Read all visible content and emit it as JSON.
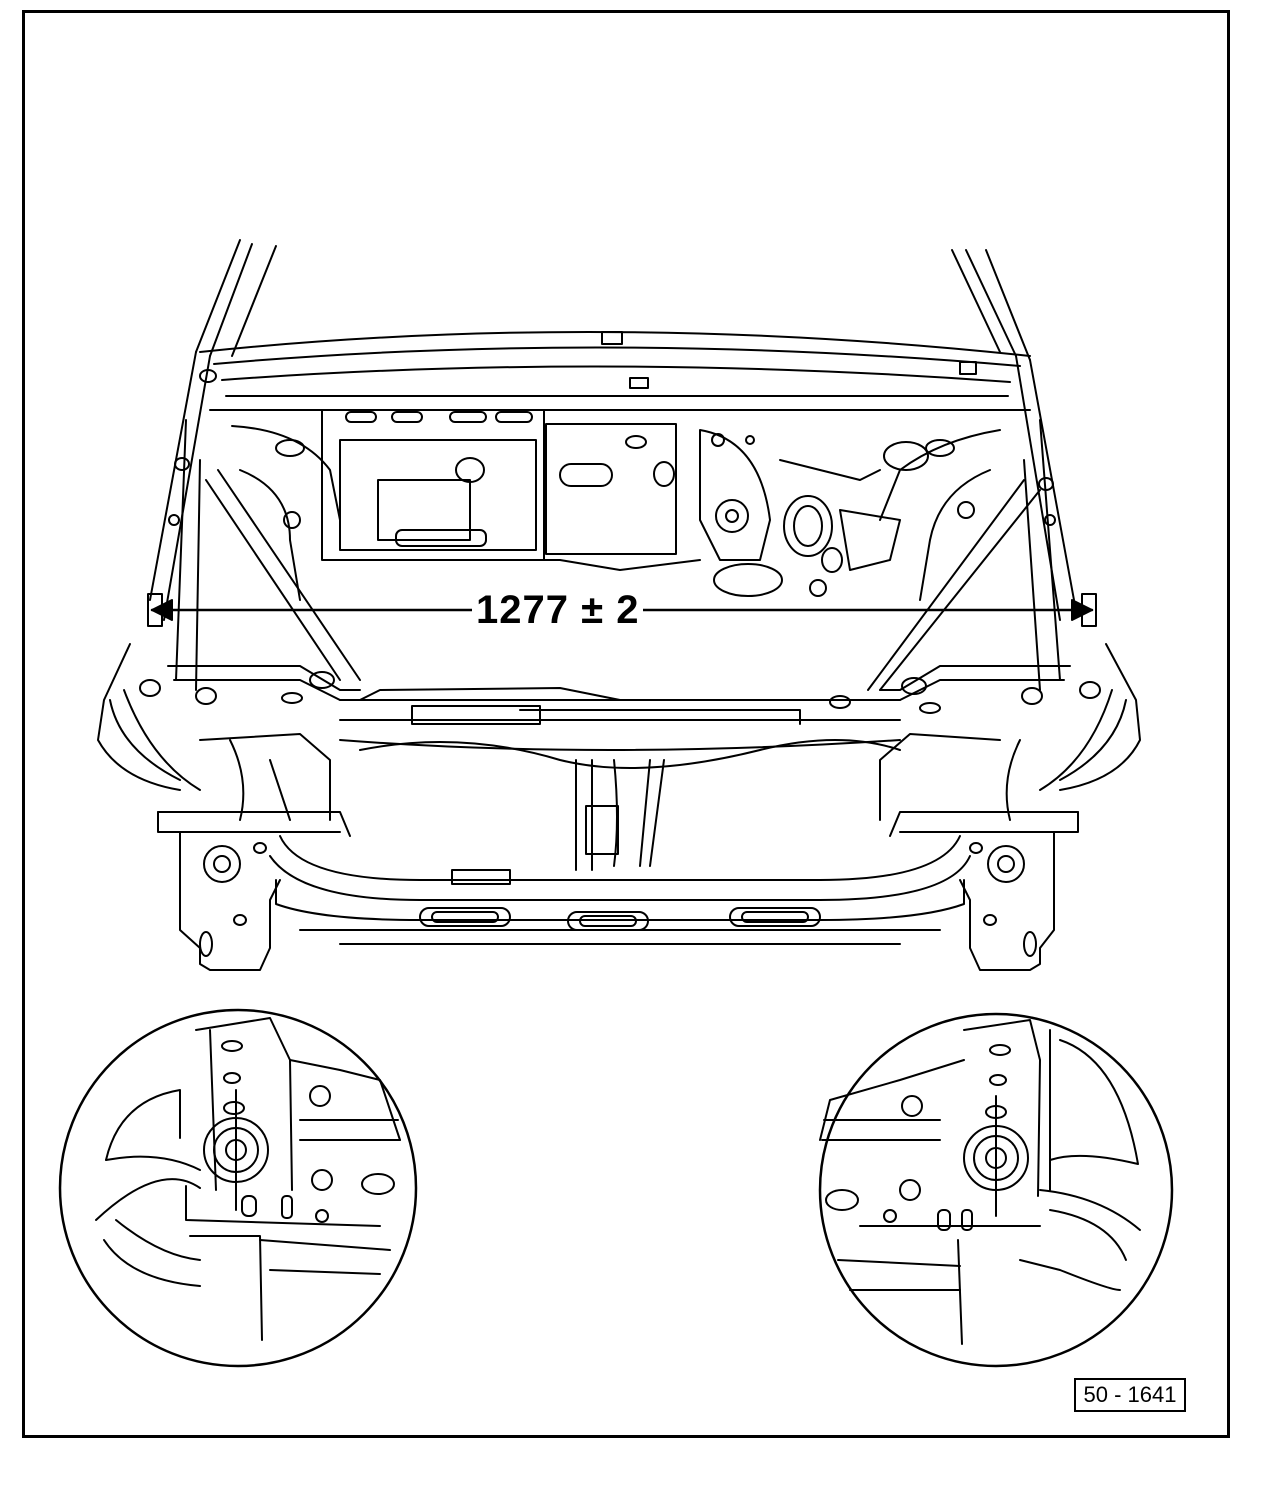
{
  "dimension": {
    "value": "1277",
    "symbol": "±",
    "tolerance": "2"
  },
  "figure": {
    "number": "50 - 1641"
  },
  "style": {
    "ink": "#000000",
    "paper": "#ffffff"
  }
}
